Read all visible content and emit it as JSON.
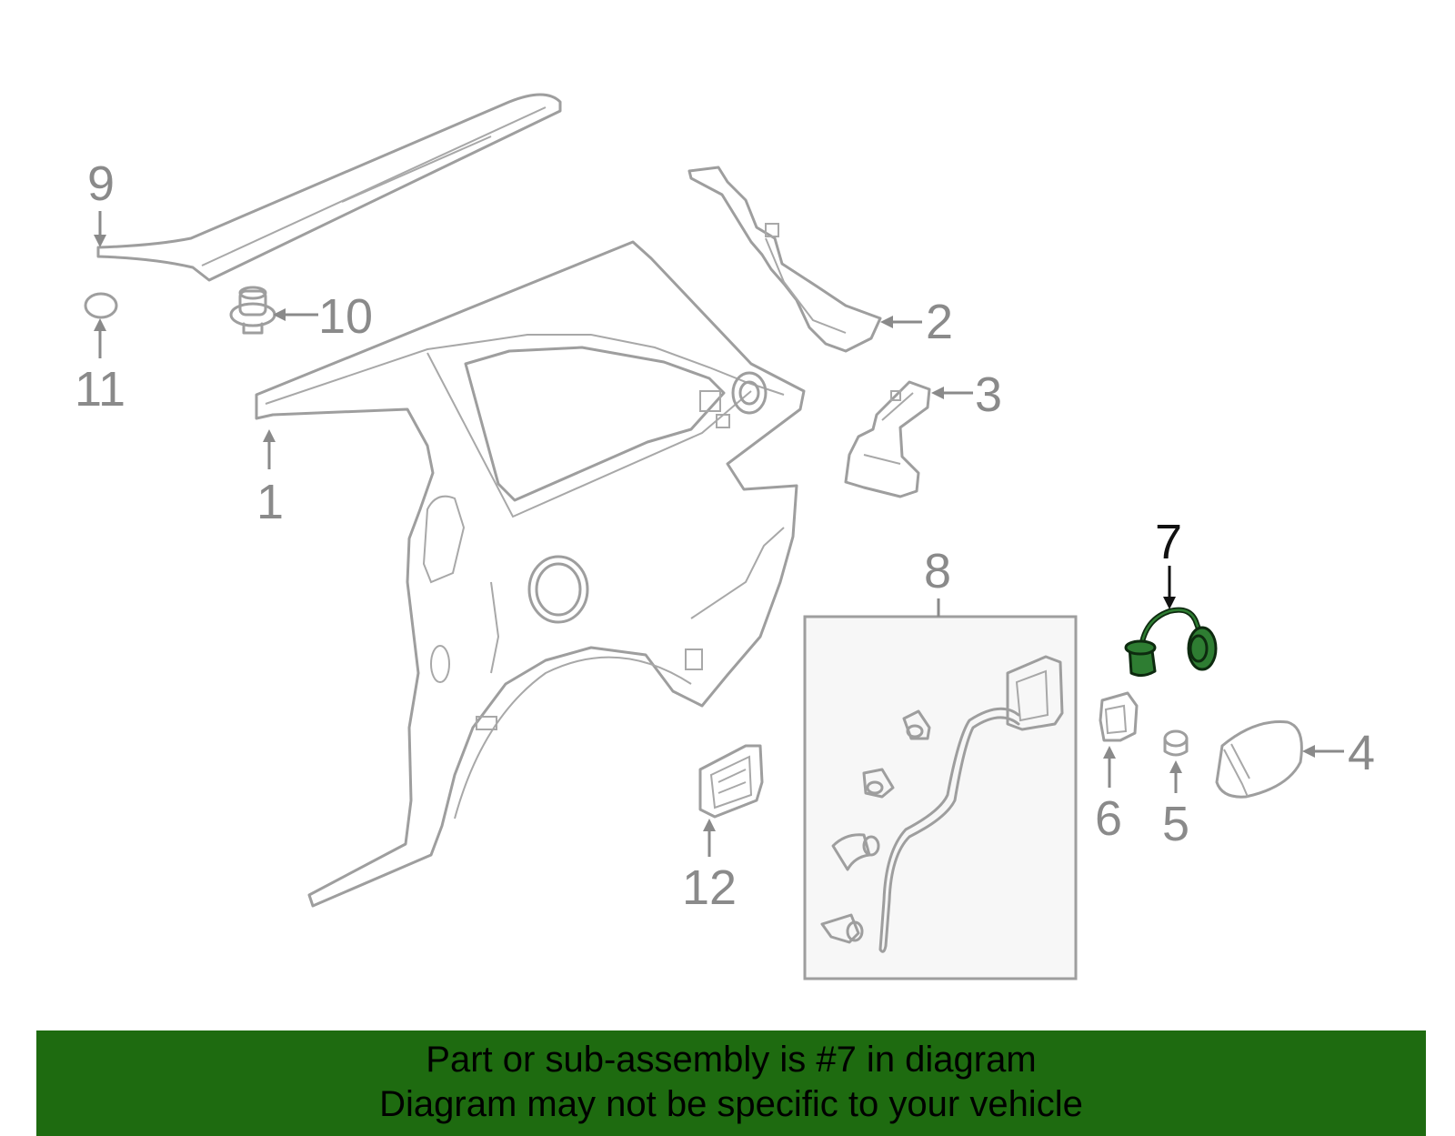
{
  "callouts": {
    "c1": "1",
    "c2": "2",
    "c3": "3",
    "c4": "4",
    "c5": "5",
    "c6": "6",
    "c7": "7",
    "c8": "8",
    "c9": "9",
    "c10": "10",
    "c11": "11",
    "c12": "12"
  },
  "highlighted_part": "7",
  "colors": {
    "part_outline": "#9e9e9e",
    "highlight_fill": "#2e7d32",
    "banner_bg": "#1e6b10"
  },
  "banner": {
    "line1": "Part or sub-assembly is #7 in diagram",
    "line2": "Diagram may not be specific to your vehicle"
  }
}
